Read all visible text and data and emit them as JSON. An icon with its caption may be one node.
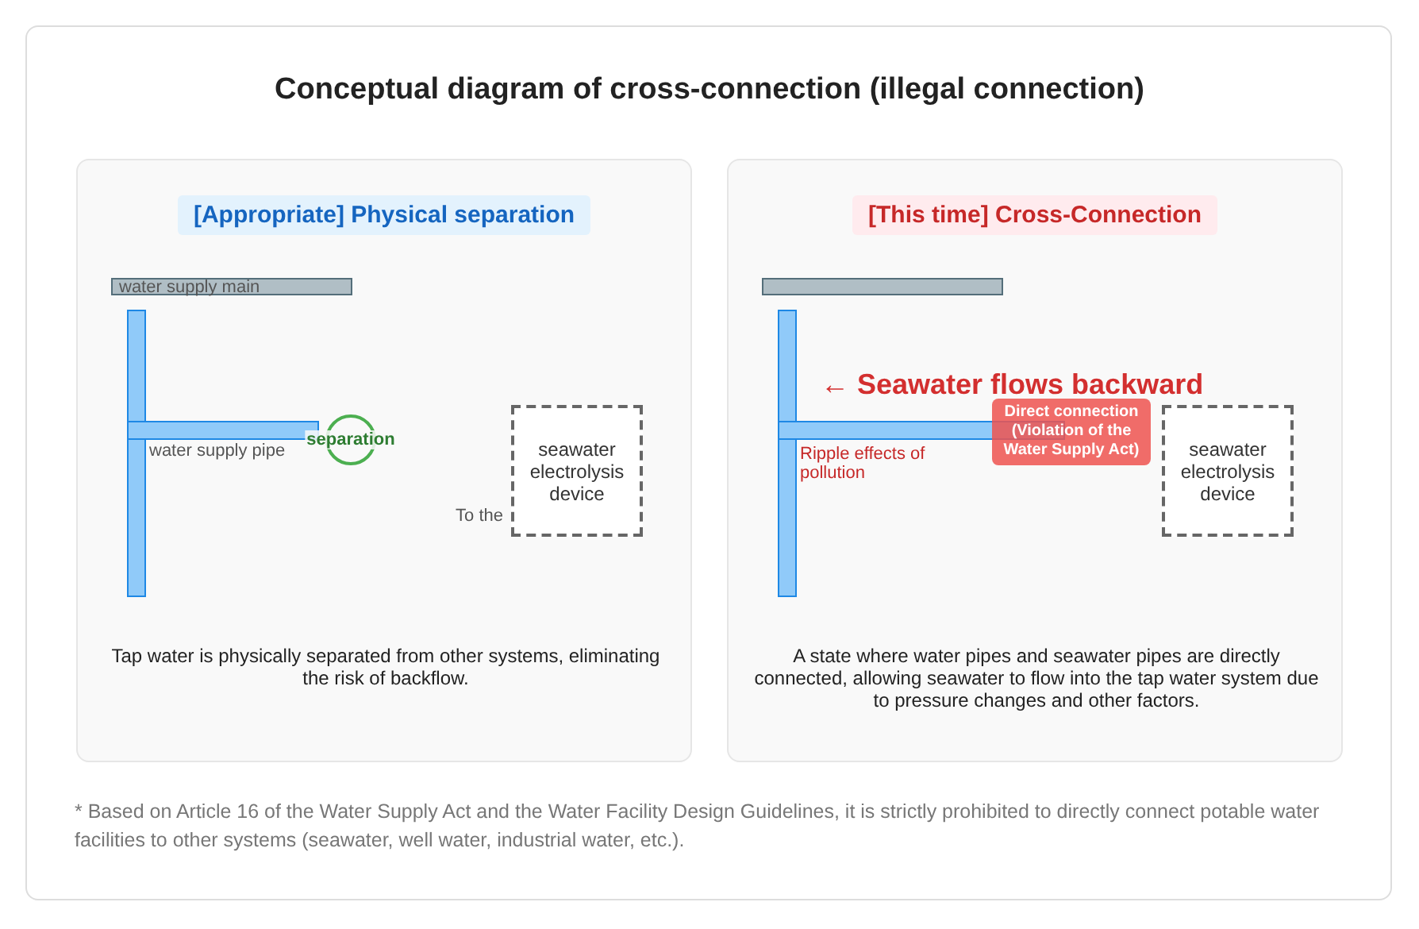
{
  "diagram": {
    "title": "Conceptual diagram of cross-connection (illegal connection)",
    "caption": "* Based on Article 16 of the Water Supply Act and the Water Facility Design Guidelines, it is strictly prohibited to directly connect potable water facilities to other systems (seawater, well water, industrial water, etc.).",
    "nodes": [
      {
        "text": [
          "[Appropriate] Physical separation",
          "Tap water is physically separated from other systems, eliminating the risk of backflow."
        ]
      },
      {
        "text": [
          "water supply main"
        ],
        "in": 0
      },
      {
        "text": [
          "separation"
        ],
        "in": 0
      },
      {
        "text": [
          "seawater electrolysis device"
        ],
        "in": 0,
        "beside": [
          "To the"
        ]
      },
      {
        "text": [
          "[This time] Cross-Connection",
          "A state where water pipes and seawater pipes are directly connected, allowing seawater to flow into the tap water system due to pressure changes and other factors."
        ]
      },
      {
        "text": [],
        "shape": "bar",
        "in": 4
      },
      {
        "text": [
          "Direct connection (Violation of the Water Supply Act)"
        ],
        "in": 4
      },
      {
        "text": [
          "seawater electrolysis device"
        ],
        "in": 4
      }
    ],
    "labels": [
      "water supply pipe",
      "← Seawater flows backward",
      "Ripple effects of pollution"
    ]
  }
}
